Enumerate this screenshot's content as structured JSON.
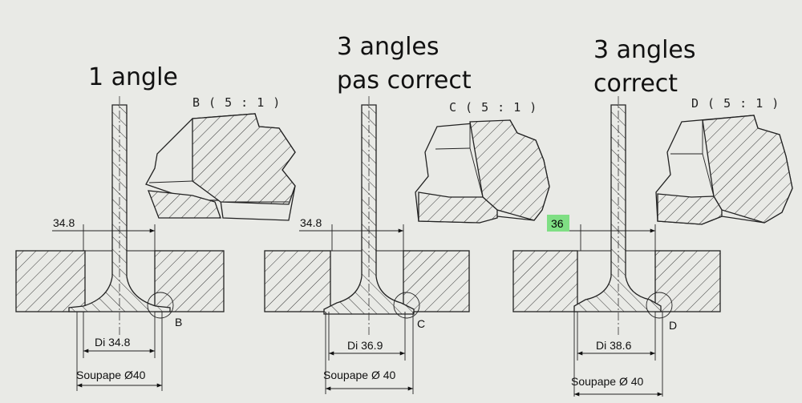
{
  "colors": {
    "background": "#e9eae6",
    "line": "#222222",
    "highlight": "#7fdf84"
  },
  "drawings": [
    {
      "title_lines": [
        "1 angle"
      ],
      "detail_label": "B ( 5 : 1 )",
      "detail_marker": "B",
      "top_dimension": "34.8",
      "inner_diameter": "Di 34.8",
      "valve_diameter": "Soupape Ø40"
    },
    {
      "title_lines": [
        "3 angles",
        "pas correct"
      ],
      "detail_label": "C ( 5 : 1 )",
      "detail_marker": "C",
      "top_dimension": "34.8",
      "inner_diameter": "Di 36.9",
      "valve_diameter": "Soupape Ø 40"
    },
    {
      "title_lines": [
        "3 angles",
        "correct"
      ],
      "detail_label": "D ( 5 : 1 )",
      "detail_marker": "D",
      "top_dimension": "36",
      "inner_diameter": "Di 38.6",
      "valve_diameter": "Soupape Ø 40"
    }
  ]
}
